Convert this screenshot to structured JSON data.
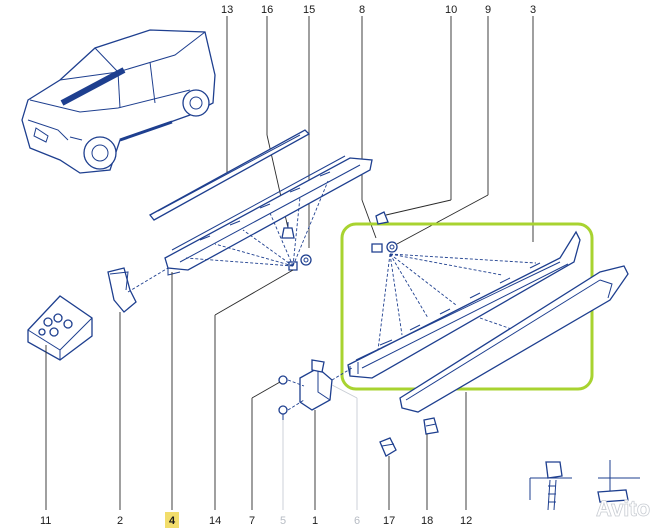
{
  "diagram": {
    "callouts": {
      "c1": "1",
      "c2": "2",
      "c3": "3",
      "c4": "4",
      "c5": "5",
      "c6": "6",
      "c7": "7",
      "c8": "8",
      "c9": "9",
      "c10": "10",
      "c11": "11",
      "c12": "12",
      "c13": "13",
      "c14": "14",
      "c15": "15",
      "c16": "16",
      "c17": "17",
      "c18": "18"
    },
    "watermark": "Avito",
    "colors": {
      "line": "#1e3f8f",
      "highlight_box": "#a8d330",
      "highlight_label": "#f2dd6b"
    }
  }
}
